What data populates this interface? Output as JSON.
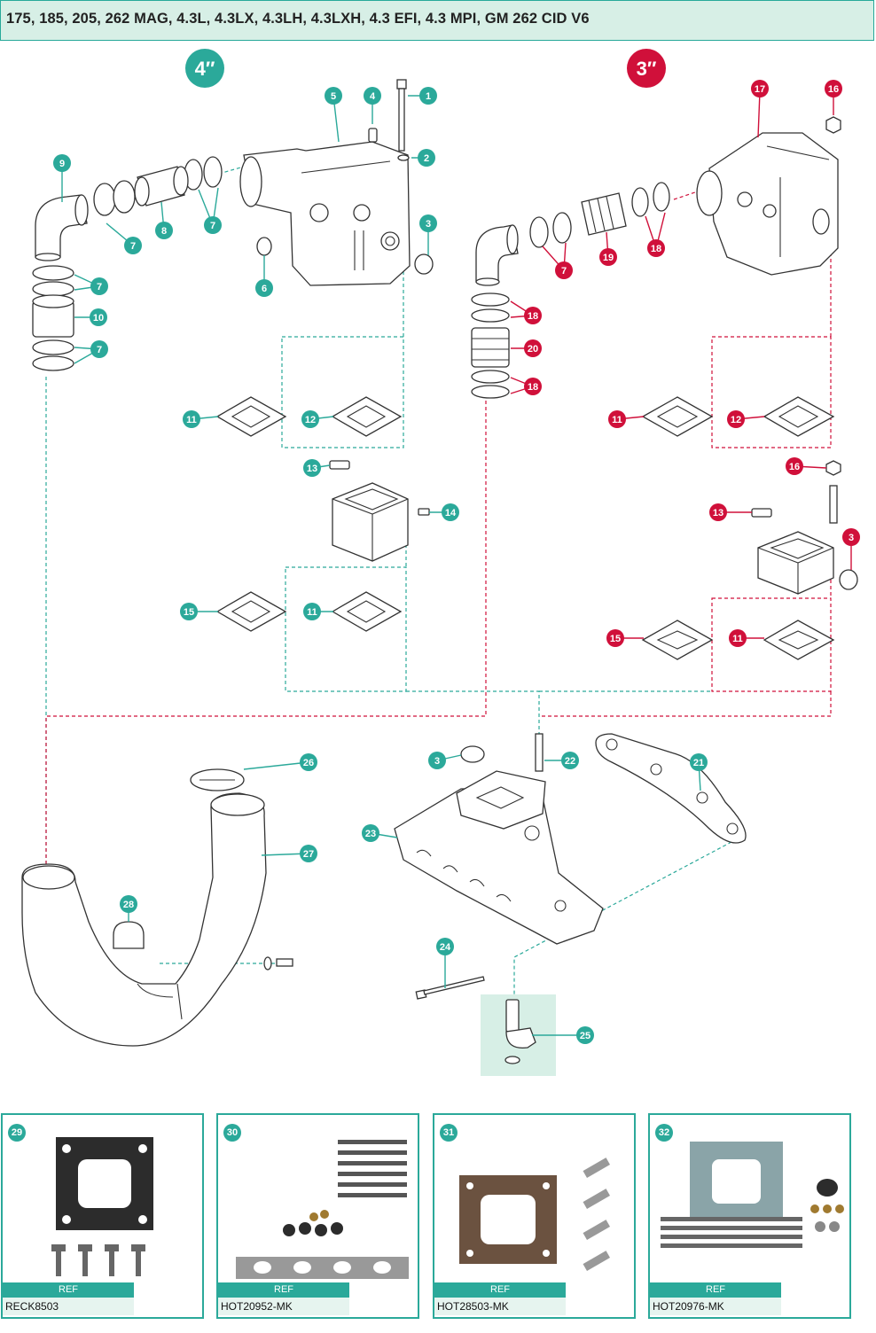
{
  "header": {
    "title": "175, 185, 205, 262 MAG, 4.3L, 4.3LX, 4.3LH, 4.3LXH, 4.3 EFI, 4.3 MPI, GM 262 CID V6"
  },
  "sizes": {
    "left": "4″",
    "right": "3″"
  },
  "colors": {
    "teal": "#2ba99a",
    "red": "#d0103a",
    "header_bg": "#d7efe6"
  },
  "callouts": {
    "n1": "1",
    "n2": "2",
    "n3": "3",
    "n4": "4",
    "n5": "5",
    "n6": "6",
    "n7": "7",
    "n8": "8",
    "n9": "9",
    "n10": "10",
    "n11": "11",
    "n12": "12",
    "n13": "13",
    "n14": "14",
    "n15": "15",
    "n16": "16",
    "n17": "17",
    "n18": "18",
    "n19": "19",
    "n20": "20",
    "n21": "21",
    "n22": "22",
    "n23": "23",
    "n24": "24",
    "n25": "25",
    "n26": "26",
    "n27": "27",
    "n28": "28"
  },
  "kits": [
    {
      "number": "29",
      "ref_label": "REF",
      "ref_code": "RECK8503"
    },
    {
      "number": "30",
      "ref_label": "REF",
      "ref_code": "HOT20952-MK"
    },
    {
      "number": "31",
      "ref_label": "REF",
      "ref_code": "HOT28503-MK"
    },
    {
      "number": "32",
      "ref_label": "REF",
      "ref_code": "HOT20976-MK"
    }
  ]
}
